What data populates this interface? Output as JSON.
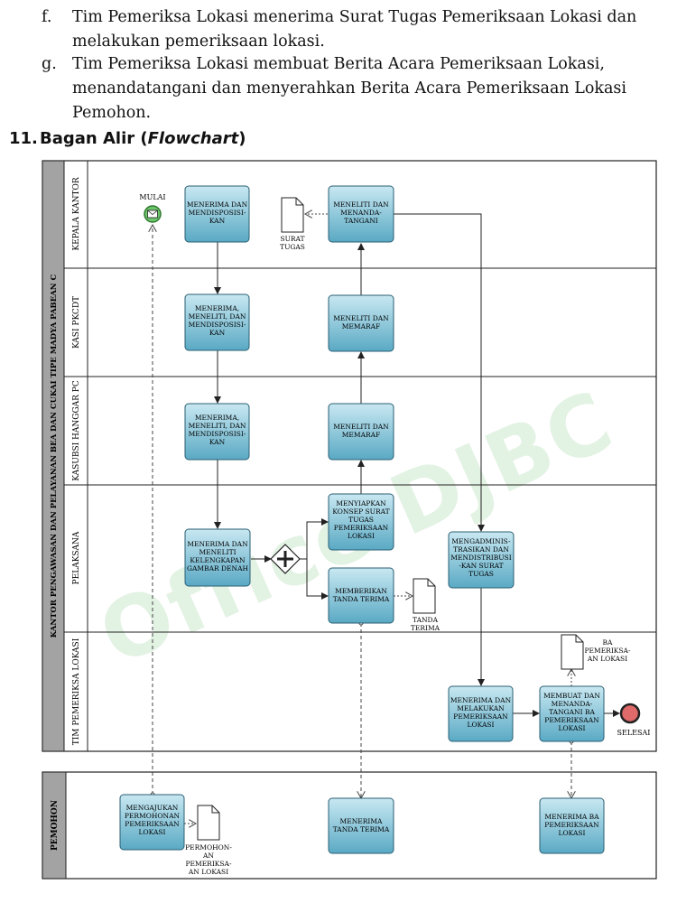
{
  "list_items": [
    {
      "letter": "f.",
      "lines": [
        "Tim Pemeriksa Lokasi menerima Surat Tugas Pemeriksaan Lokasi dan",
        "melakukan pemeriksaan lokasi."
      ]
    },
    {
      "letter": "g.",
      "lines": [
        "Tim Pemeriksa Lokasi membuat Berita Acara Pemeriksaan Lokasi,",
        "menandatangani dan menyerahkan Berita Acara Pemeriksaan Lokasi",
        "Pemohon."
      ]
    }
  ],
  "section": {
    "number": "11.",
    "title": "Bagan Alir (",
    "title_italic": "Flowchart",
    "title_end": ")"
  },
  "pool_main": {
    "title": "KANTOR PENGAWASAN DAN PELAYANAN BEA DAN CUKAI TIPE MADYA PABEAN C",
    "lanes": [
      "KEPALA KANTOR",
      "KASI PKCDT",
      "KASUBSI HANGGAR PC",
      "PELAKSANA",
      "TIM PEMERIKSA LOKASI"
    ]
  },
  "pool_pemohon": {
    "title": "PEMOHON"
  },
  "tasks": {
    "k1": [
      "MENERIMA DAN",
      "MENDISPOSISI-",
      "KAN"
    ],
    "k2": [
      "MENELITI DAN",
      "MENANDA-",
      "TANGANI"
    ],
    "p1": [
      "MENERIMA,",
      "MENELITI, DAN",
      "MENDISPOSISI-",
      "KAN"
    ],
    "p2": [
      "MENELITI DAN",
      "MEMARAF"
    ],
    "h1": [
      "MENERIMA,",
      "MENELITI, DAN",
      "MENDISPOSISI-",
      "KAN"
    ],
    "h2": [
      "MENELITI DAN",
      "MEMARAF"
    ],
    "l1": [
      "MENERIMA DAN",
      "MENELITI",
      "KELENGKAPAN",
      "GAMBAR DENAH"
    ],
    "l2": [
      "MENYIAPKAN",
      "KONSEP SURAT",
      "TUGAS",
      "PEMERIKSAAN",
      "LOKASI"
    ],
    "l3": [
      "MEMBERIKAN",
      "TANDA TERIMA"
    ],
    "l4": [
      "MENGADMINIS-",
      "TRASIKAN DAN",
      "MENDISTRIBUSI",
      "-KAN SURAT",
      "TUGAS"
    ],
    "t1": [
      "MENERIMA DAN",
      "MELAKUKAN",
      "PEMERIKSAAN",
      "LOKASI"
    ],
    "t2": [
      "MEMBUAT DAN",
      "MENANDA-",
      "TANGANI BA",
      "PEMERIKSAAN",
      "LOKASI"
    ],
    "m1": [
      "MENGAJUKAN",
      "PERMOHONAN",
      "PEMERIKSAAN",
      "LOKASI"
    ],
    "m2": [
      "MENERIMA",
      "TANDA TERIMA"
    ],
    "m3": [
      "MENERIMA BA",
      "PEMERIKSAAN",
      "LOKASI"
    ]
  },
  "documents": {
    "surat_tugas": [
      "SURAT",
      "TUGAS"
    ],
    "tanda_terima": [
      "TANDA",
      "TERIMA"
    ],
    "ba": [
      "BA",
      "PEMERIKSA-",
      "AN LOKASI"
    ],
    "permohonan": [
      "PERMOHON-",
      "AN",
      "PEMERIKSA-",
      "AN LOKASI"
    ]
  },
  "events": {
    "start": "MULAI",
    "end": "SELESAI"
  },
  "watermark": "Office DJBC",
  "colors": {
    "task_fill_top": "#bfe3ef",
    "task_fill_bottom": "#5aabc6",
    "pool_header": "#9a9a9a",
    "start": "#5cb85c",
    "end": "#d9534f"
  }
}
